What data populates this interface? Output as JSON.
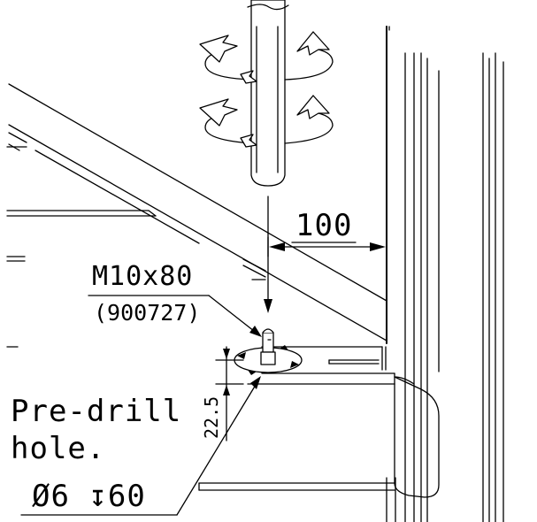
{
  "dimensions": {
    "edge_distance": "100",
    "hole_offset": "22.5"
  },
  "screw": {
    "size": "M10x80",
    "part_number": "(900727)"
  },
  "note": {
    "line1": "Pre-drill",
    "line2": "hole.",
    "hole_spec": "Ø6 ↧60"
  }
}
